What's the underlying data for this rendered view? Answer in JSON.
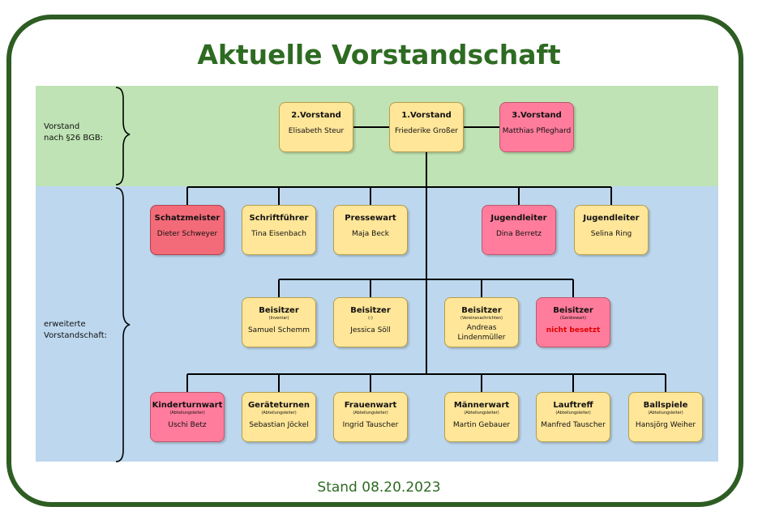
{
  "title": "Aktuelle Vorstandschaft",
  "footer": "Stand 08.20.2023",
  "sections": {
    "vorstand_label_line1": "Vorstand",
    "vorstand_label_line2": "nach §26 BGB:",
    "erweitert_label_line1": "erweiterte",
    "erweitert_label_line2": "Vorstandschaft:"
  },
  "vorstand": [
    {
      "role": "2.Vorstand",
      "name": "Elisabeth Steur"
    },
    {
      "role": "1.Vorstand",
      "name": "Friederike Großer"
    },
    {
      "role": "3.Vorstand",
      "name": "Matthias Pfleghard"
    }
  ],
  "row1": [
    {
      "role": "Schatzmeister",
      "name": "Dieter Schweyer"
    },
    {
      "role": "Schriftführer",
      "name": "Tina Eisenbach"
    },
    {
      "role": "Pressewart",
      "name": "Maja Beck"
    },
    {
      "role": "Jugendleiter",
      "name": "Dina Berretz"
    },
    {
      "role": "Jugendleiter",
      "name": "Selina Ring"
    }
  ],
  "beisitzer": [
    {
      "role": "Beisitzer",
      "sub": "(Inventar)",
      "name": "Samuel Schemm"
    },
    {
      "role": "Beisitzer",
      "sub": "(-)",
      "name": "Jessica Söll"
    },
    {
      "role": "Beisitzer",
      "sub": "(Vereinsnachrichten)",
      "name": "Andreas Lindenmüller"
    },
    {
      "role": "Beisitzer",
      "sub": "(Gerätewart)",
      "name": "nicht besetzt"
    }
  ],
  "abteilungen": [
    {
      "role": "Kinderturnwart",
      "sub": "(Abteilungsleiter)",
      "name": "Uschi Betz"
    },
    {
      "role": "Geräteturnen",
      "sub": "(Abteilungsleiter)",
      "name": "Sebastian Jöckel"
    },
    {
      "role": "Frauenwart",
      "sub": "(Abteilungsleiter)",
      "name": "Ingrid Tauscher"
    },
    {
      "role": "Männerwart",
      "sub": "(Abteilungsleiter)",
      "name": "Martin Gebauer"
    },
    {
      "role": "Lauftreff",
      "sub": "(Abteilungsleiter)",
      "name": "Manfred Tauscher"
    },
    {
      "role": "Ballspiele",
      "sub": "(Abteilungsleiter)",
      "name": "Hansjörg Weiher"
    }
  ],
  "colors": {
    "frame": "#2e5d23",
    "title": "#2e6b22",
    "band_green": "#bfe3b4",
    "band_blue": "#bdd7ee",
    "box_yellow": "#ffe699",
    "box_pink": "#ff7c9c",
    "box_red": "#f36a78",
    "alert_text": "#e00000"
  }
}
